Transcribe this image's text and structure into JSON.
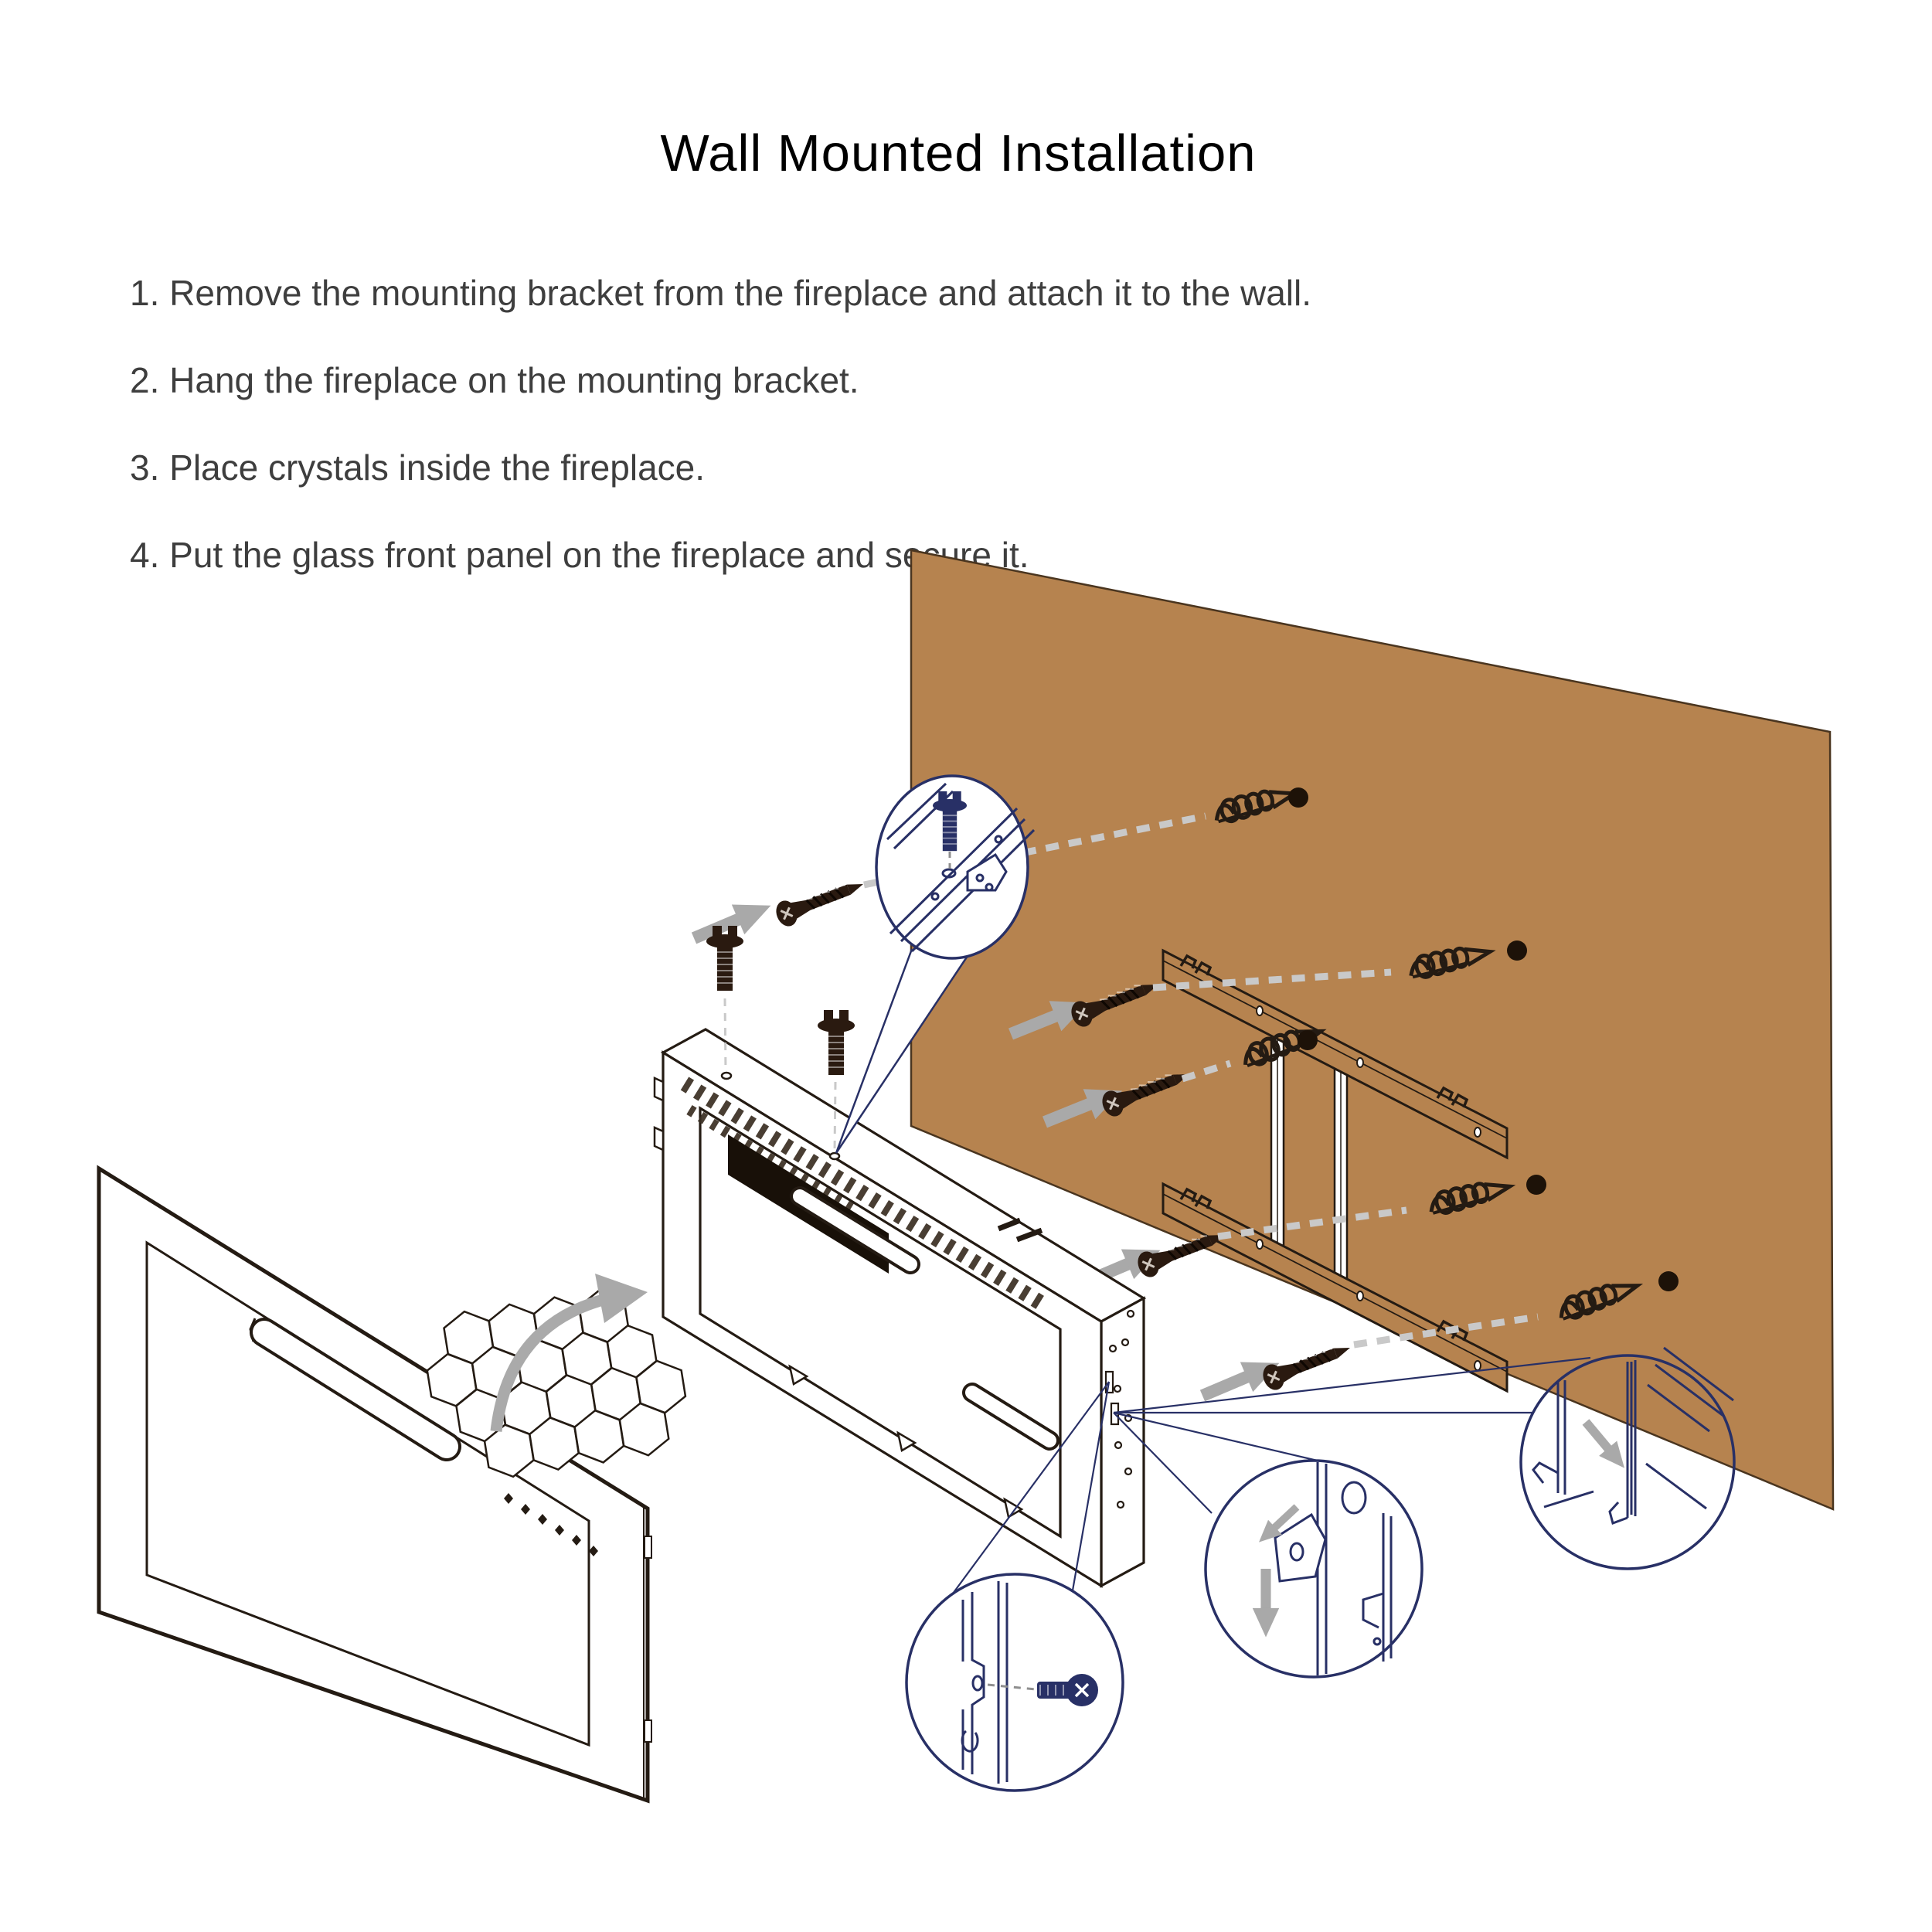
{
  "title": "Wall Mounted Installation",
  "steps": [
    "1. Remove the mounting bracket from the fireplace and attach it to the wall.",
    "2. Hang the fireplace on the mounting bracket.",
    "3. Place crystals inside the fireplace.",
    "4. Put the glass front panel on the fireplace and secure it."
  ],
  "colors": {
    "title": "#000000",
    "text": "#3e3e3e",
    "wall": "#b6834f",
    "navy": "#283066",
    "ink": "#241b13",
    "screw": "#2a1a10",
    "arrow": "#a9a9a9",
    "dash": "#c9c9c9",
    "dot": "#1d1208"
  }
}
